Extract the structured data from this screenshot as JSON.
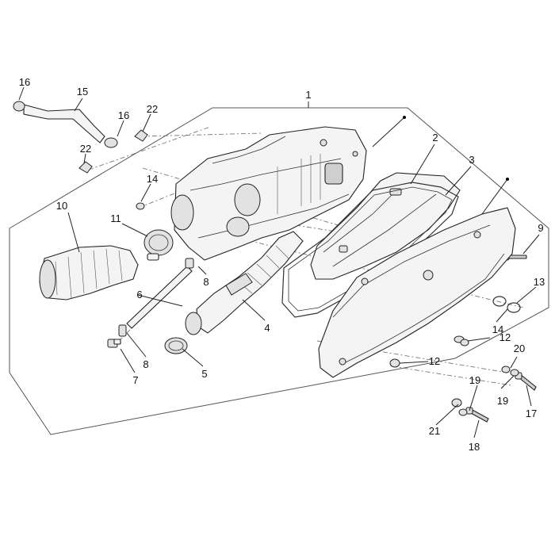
{
  "callouts": {
    "c1": "1",
    "c2": "2",
    "c3": "3",
    "c4": "4",
    "c5": "5",
    "c6": "6",
    "c7": "7",
    "c8a": "8",
    "c8b": "8",
    "c9": "9",
    "c10": "10",
    "c11": "11",
    "c12a": "12",
    "c12b": "12",
    "c13": "13",
    "c14a": "14",
    "c14b": "14",
    "c15": "15",
    "c16a": "16",
    "c16b": "16",
    "c17": "17",
    "c18": "18",
    "c19a": "19",
    "c19b": "19",
    "c20": "20",
    "c21": "21",
    "c22a": "22",
    "c22b": "22"
  }
}
